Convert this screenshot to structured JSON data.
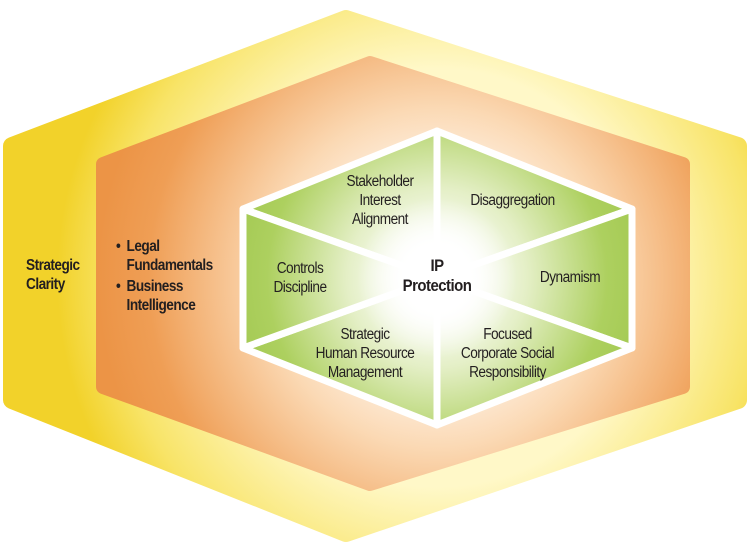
{
  "outer_layer": {
    "label": "Strategic Clarity",
    "color": "#f4d62e"
  },
  "middle_layer": {
    "items": [
      "Legal Fundamentals",
      "Business Intelligence"
    ],
    "color": "#ee9a4c"
  },
  "core": {
    "label_line1": "IP",
    "label_line2": "Protection",
    "color": "#a9cd5c"
  },
  "segments": [
    {
      "lines": [
        "Stakeholder",
        "Interest",
        "Alignment"
      ]
    },
    {
      "lines": [
        "Disaggregation"
      ]
    },
    {
      "lines": [
        "Dynamism"
      ]
    },
    {
      "lines": [
        "Focused",
        "Corporate Social",
        "Responsibility"
      ]
    },
    {
      "lines": [
        "Strategic",
        "Human Resource",
        "Management"
      ]
    },
    {
      "lines": [
        "Controls",
        "Discipline"
      ]
    }
  ]
}
